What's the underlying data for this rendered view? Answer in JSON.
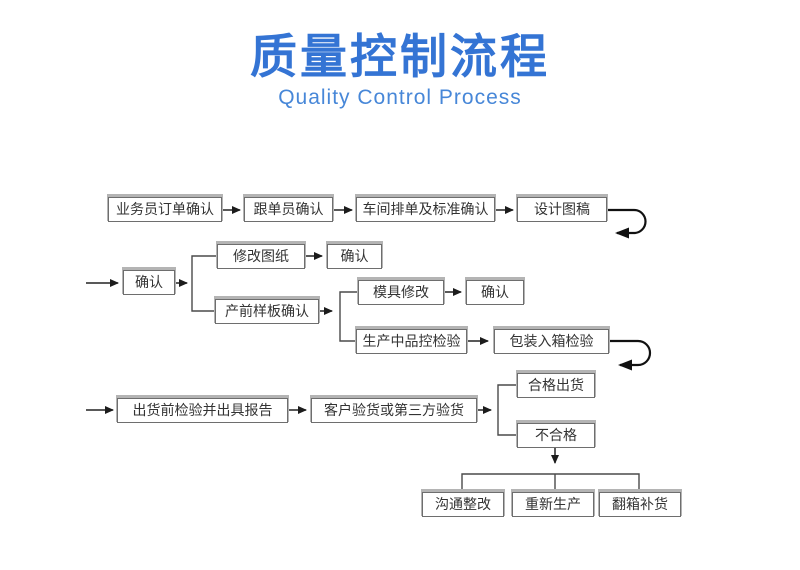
{
  "header": {
    "title": "质量控制流程",
    "subtitle": "Quality Control Process"
  },
  "flowchart": {
    "nodes": {
      "salesman_order_confirm": "业务员订单确认",
      "merchandiser_confirm": "跟单员确认",
      "workshop_schedule_confirm": "车间排单及标准确认",
      "design_draft": "设计图稿",
      "confirm_1": "确认",
      "revise_drawing": "修改图纸",
      "confirm_2": "确认",
      "preproduction_sample_confirm": "产前样板确认",
      "mold_modification": "模具修改",
      "confirm_3": "确认",
      "in_production_qc_inspection": "生产中品控检验",
      "packing_box_inspection": "包装入箱检验",
      "preshipment_inspection_report": "出货前检验并出具报告",
      "customer_or_thirdparty_inspection": "客户验货或第三方验货",
      "qualified_shipment": "合格出货",
      "unqualified": "不合格",
      "communicate_rectify": "沟通整改",
      "reproduction": "重新生产",
      "unbox_replenish": "翻箱补货"
    },
    "colors": {
      "title_blue": "#3474d4",
      "subtitle_blue": "#4787d8",
      "line_dark": "#222222",
      "branch_line": "#4a4a4a",
      "box_border": "#6e6e6e",
      "box_shadow": "#b4b4b4"
    }
  }
}
